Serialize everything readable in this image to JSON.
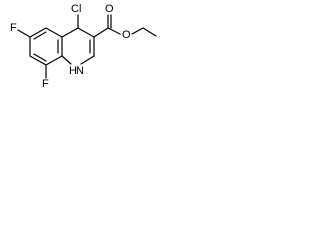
{
  "molecule": {
    "atoms": {
      "cl": "Cl",
      "f_top": "F",
      "f_bottom": "F",
      "o_carbonyl": "O",
      "o_ester": "O",
      "nh": "H",
      "n": "N"
    }
  }
}
